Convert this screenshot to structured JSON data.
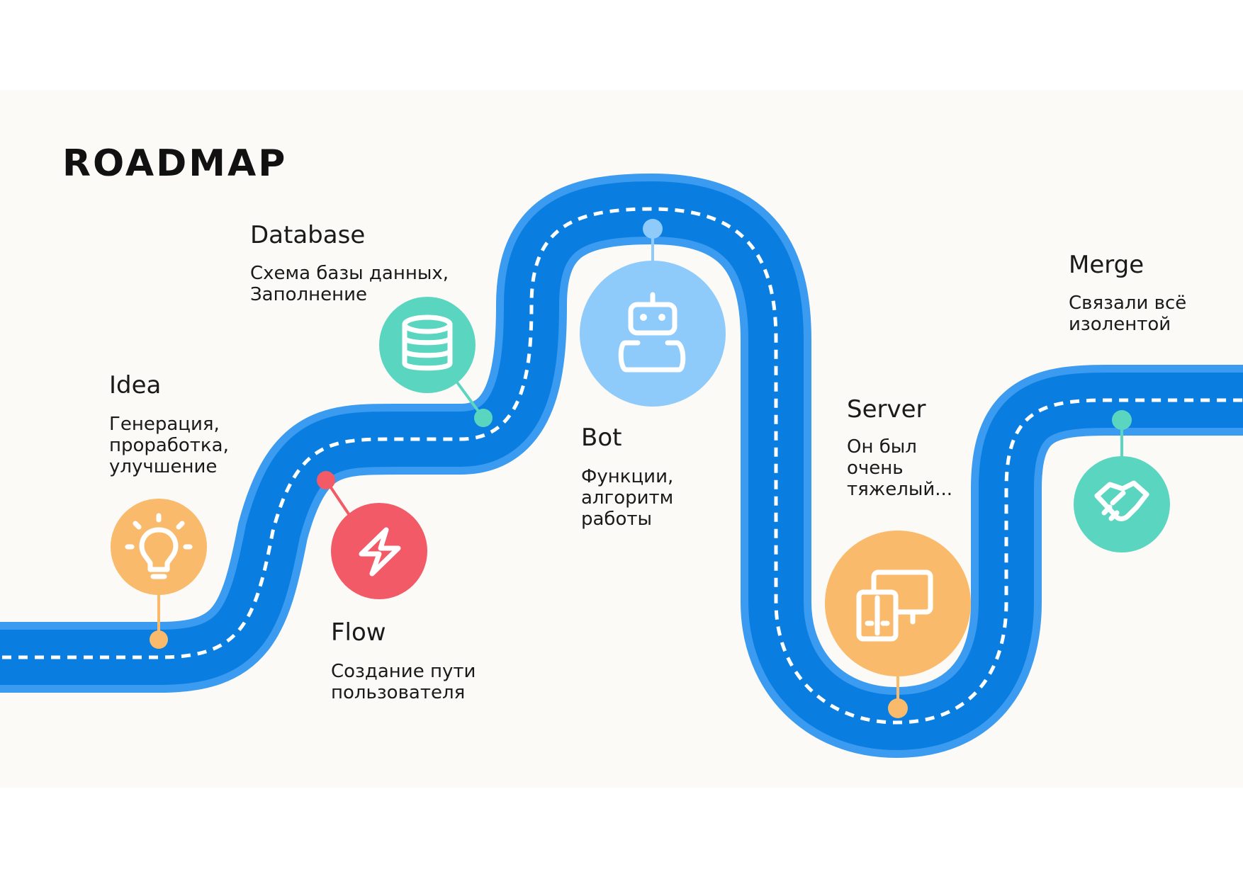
{
  "title": "ROADMAP",
  "colors": {
    "road": "#0a7ee0",
    "road_edge": "#3a9bf0",
    "background": "#fcfaf6",
    "idea": "#f9bb6b",
    "database": "#5ad6c0",
    "flow": "#f25a67",
    "bot": "#8ecbfa",
    "server": "#f9bb6b",
    "merge": "#5ad6c0"
  },
  "steps": [
    {
      "id": "idea",
      "title": "Idea",
      "description": [
        "Генерация,",
        "проработка,",
        "улучшение"
      ],
      "icon": "lightbulb-icon"
    },
    {
      "id": "flow",
      "title": "Flow",
      "description": [
        "Создание пути",
        "пользователя"
      ],
      "icon": "lightning-bolt-icon"
    },
    {
      "id": "database",
      "title": "Database",
      "description": [
        "Схема базы данных,",
        "Заполнение"
      ],
      "icon": "database-icon"
    },
    {
      "id": "bot",
      "title": "Bot",
      "description": [
        "Функции,",
        "алгоритм",
        "работы"
      ],
      "icon": "robot-icon"
    },
    {
      "id": "server",
      "title": "Server",
      "description": [
        "Он был",
        "очень",
        "тяжелый..."
      ],
      "icon": "devices-icon"
    },
    {
      "id": "merge",
      "title": "Merge",
      "description": [
        "Связали всё",
        "изолентой"
      ],
      "icon": "handshake-icon"
    }
  ]
}
